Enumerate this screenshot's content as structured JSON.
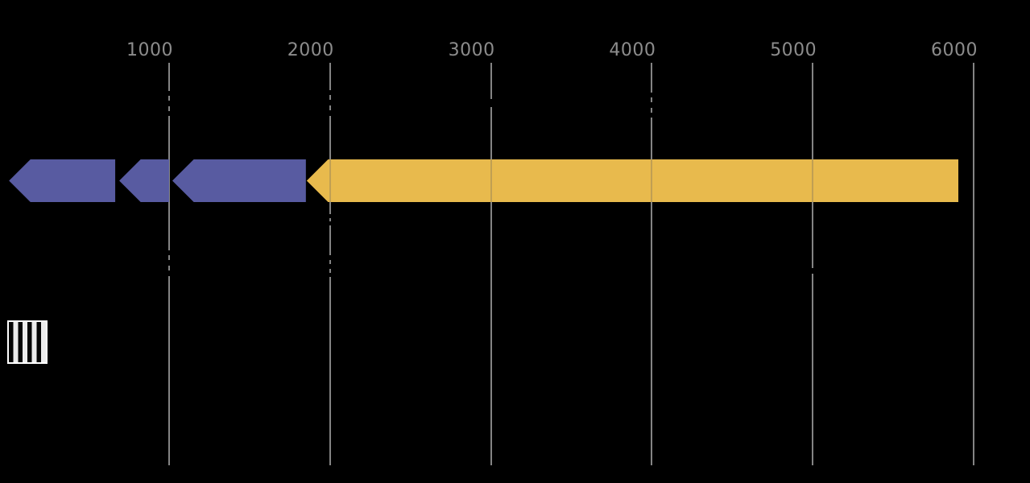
{
  "chart_data": {
    "type": "gene_arrow_map",
    "title": "",
    "orientation": "horizontal",
    "x_axis": {
      "position": "top",
      "ticks": [
        1000,
        2000,
        3000,
        4000,
        5000,
        6000
      ],
      "tick_labels": [
        "1000",
        "2000",
        "3000",
        "4000",
        "5000",
        "6000"
      ],
      "range_start": 0,
      "range_end": 6350,
      "gridlines": true
    },
    "features": [
      {
        "id": "gene-1",
        "start": 5,
        "end": 665,
        "strand": -1,
        "color": "#5b5ea6",
        "shape": "arrow-left"
      },
      {
        "id": "gene-2",
        "start": 690,
        "end": 1000,
        "strand": -1,
        "color": "#5b5ea6",
        "shape": "arrow-left"
      },
      {
        "id": "gene-3",
        "start": 1020,
        "end": 1850,
        "strand": -1,
        "color": "#5b5ea6",
        "shape": "arrow-left"
      },
      {
        "id": "gene-4",
        "start": 1855,
        "end": 5905,
        "strand": -1,
        "color": "#efc050",
        "shape": "arrow-left"
      }
    ],
    "legend": {
      "position": "bottom-left",
      "items": [
        {
          "swatch": "vertical-black-white-hatch",
          "label": ""
        }
      ]
    }
  },
  "colors": {
    "background": "#000000",
    "gridline": "#848484",
    "tick_label": "#8c8c8c",
    "gene_purple": "#5b5ea6",
    "gene_yellow": "#efc050",
    "legend_border": "#ffffff"
  }
}
